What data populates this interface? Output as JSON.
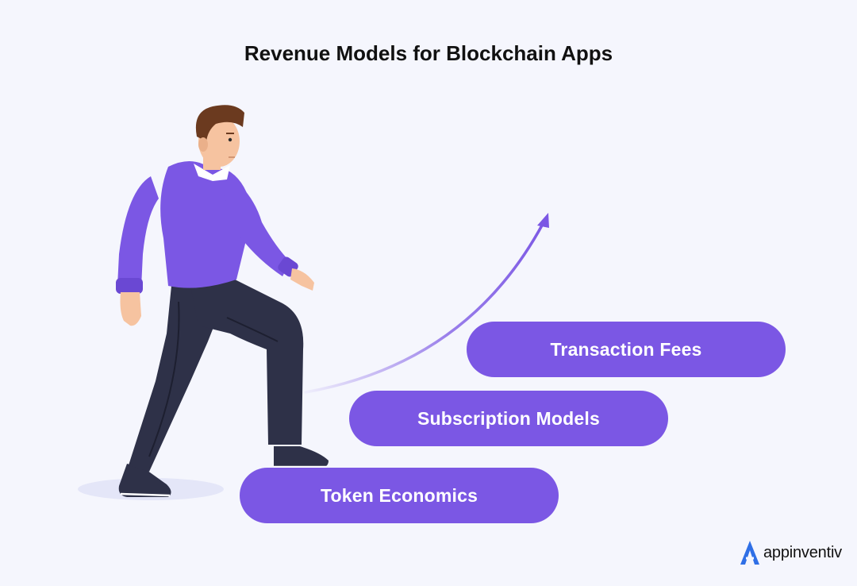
{
  "title": "Revenue Models for Blockchain Apps",
  "steps": [
    {
      "label": "Token Economics"
    },
    {
      "label": "Subscription Models"
    },
    {
      "label": "Transaction Fees"
    }
  ],
  "brand": {
    "name": "appinventiv"
  },
  "colors": {
    "background": "#f5f6fd",
    "step": "#7b57e4",
    "sweater": "#7b57e4",
    "pants": "#2e3148",
    "hair": "#6b3a1f",
    "skin": "#f6c3a0",
    "logo_blue": "#2f6fe6"
  }
}
